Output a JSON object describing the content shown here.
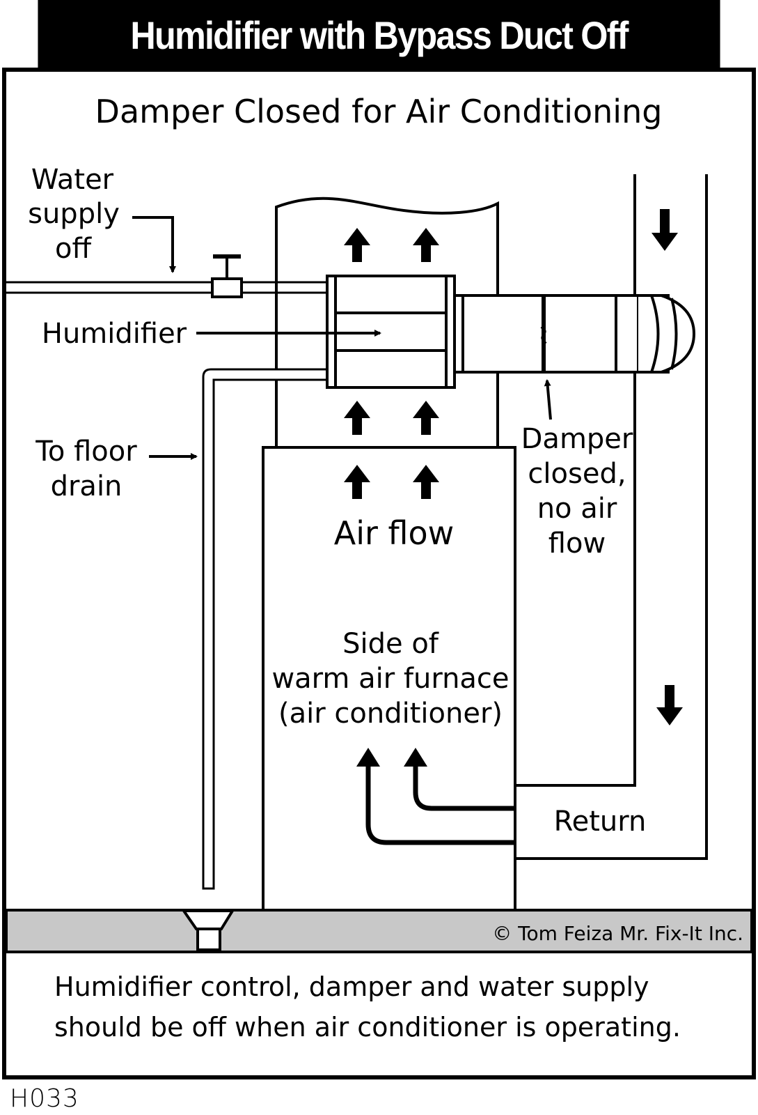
{
  "title": "Humidifier with Bypass Duct Off",
  "subtitle": "Damper Closed for Air Conditioning",
  "labels": {
    "water_supply": [
      "Water",
      "supply",
      "off"
    ],
    "humidifier": "Humidifier",
    "floor_drain": [
      "To floor",
      "drain"
    ],
    "damper": [
      "Damper",
      "closed,",
      "no air",
      "flow"
    ],
    "air_flow": "Air flow",
    "furnace": [
      "Side of",
      "warm air furnace",
      "(air conditioner)"
    ],
    "return": "Return"
  },
  "copyright": "©  Tom Feiza Mr. Fix-It Inc.",
  "caption": [
    "Humidifier control, damper and water supply",
    "should be off when air conditioner is operating."
  ],
  "doc_code": "H033",
  "colors": {
    "background": "#ffffff",
    "ink": "#000000",
    "header": "#000000",
    "header_text": "#ffffff",
    "floor": "#c8c8c8"
  }
}
